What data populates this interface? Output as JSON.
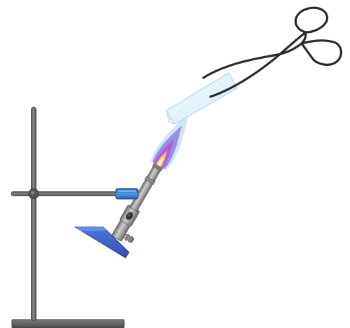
{
  "scene": {
    "apparatus": [
      "retort-stand",
      "clamp",
      "bunsen-burner",
      "flame",
      "tongs",
      "test-strip"
    ]
  },
  "colors": {
    "background": "#ffffff",
    "stand_metal": "#666666",
    "stand_outline": "#3d3d3d",
    "clamp_blue": "#3a7fcf",
    "burner_base_blue": "#3a62c9",
    "burner_metal": "#9a9a9a",
    "flame_outer": "#c9e0ec",
    "flame_middle": "#8f86e8",
    "flame_inner": "#b35cd6",
    "flame_core": "#f2c27a",
    "strip_fill": "#e4f3fb",
    "strip_edge": "#aed3ea",
    "tongs": "#2b2b2b"
  }
}
